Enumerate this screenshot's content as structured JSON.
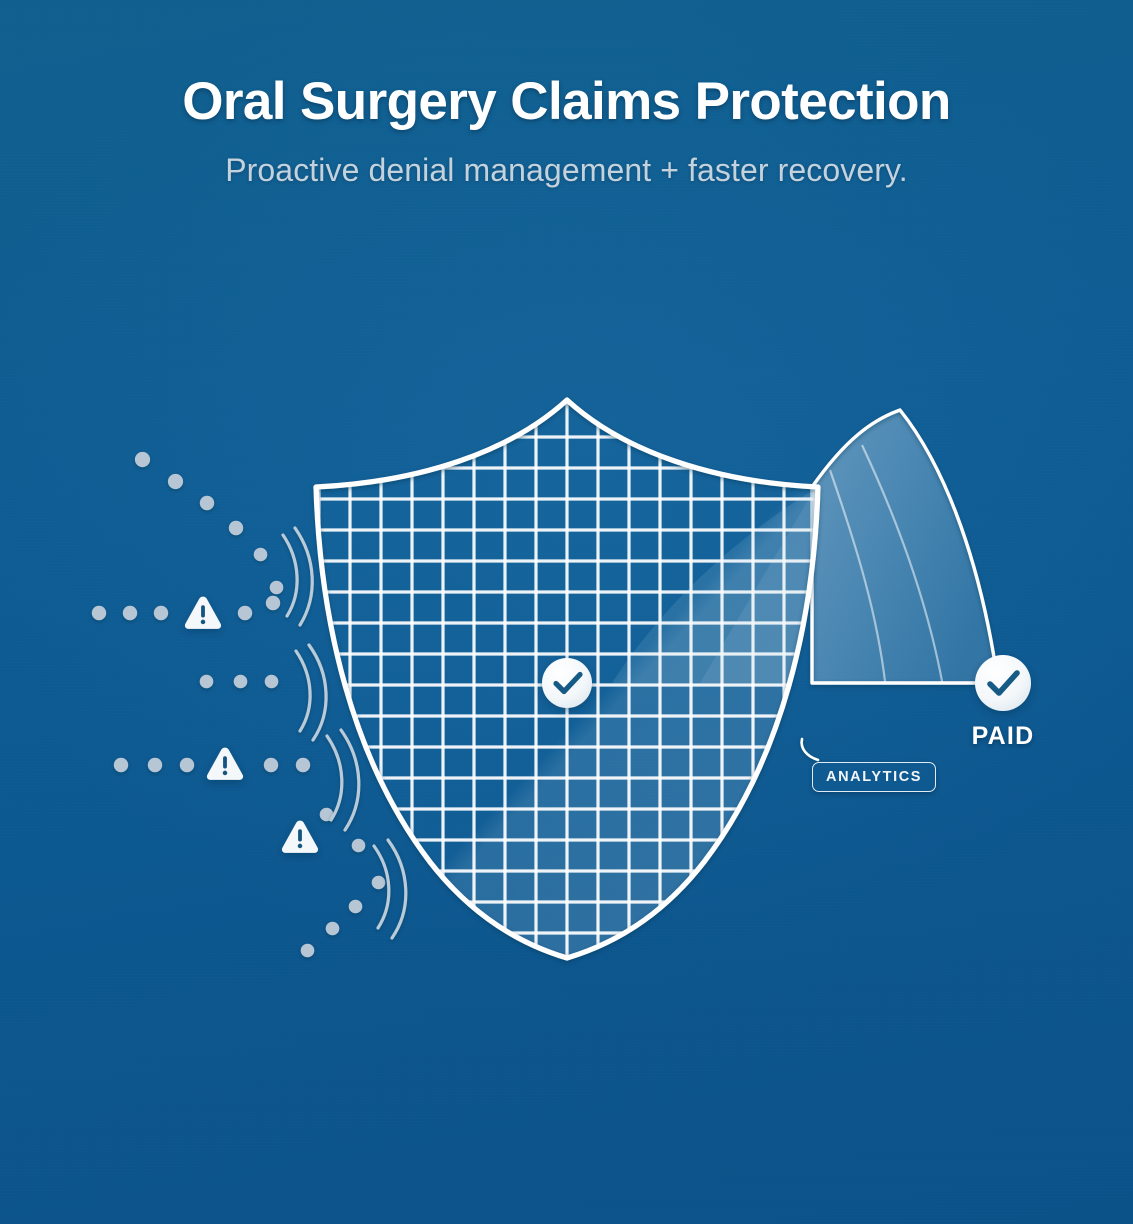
{
  "header": {
    "title": "Oral Surgery Claims Protection",
    "subtitle": "Proactive denial management + faster recovery."
  },
  "illustration": {
    "alt_name": "shield-claims-protection-illustration",
    "shield": {
      "name": "grid-shield",
      "center_badge": {
        "name": "shield-center-check-badge",
        "icon": "check-icon"
      }
    },
    "analytics_beam": {
      "name": "analytics-beam",
      "chip_label": "ANALYTICS"
    },
    "paid_outcome": {
      "name": "paid-outcome-badge",
      "icon": "check-icon",
      "label": "PAID"
    },
    "threats": [
      {
        "name": "warning-icon-1",
        "icon": "warning-triangle-icon"
      },
      {
        "name": "warning-icon-2",
        "icon": "warning-triangle-icon"
      },
      {
        "name": "warning-icon-3",
        "icon": "warning-triangle-icon"
      }
    ],
    "deflection_arcs_count": 4,
    "particle_trails_count": 5
  },
  "colors": {
    "background_blue": "#0d5b93",
    "background_blue_light": "#10608f",
    "title_white": "#ffffff",
    "subtitle_gray": "#c3d2dd",
    "line_white": "#ffffff",
    "beam_fill": "#8fb8d4",
    "badge_fill": "#f4f8fb",
    "check_blue": "#155a86",
    "particle_gray": "#b6c6d4",
    "arc_gray": "#b9cbd8"
  }
}
